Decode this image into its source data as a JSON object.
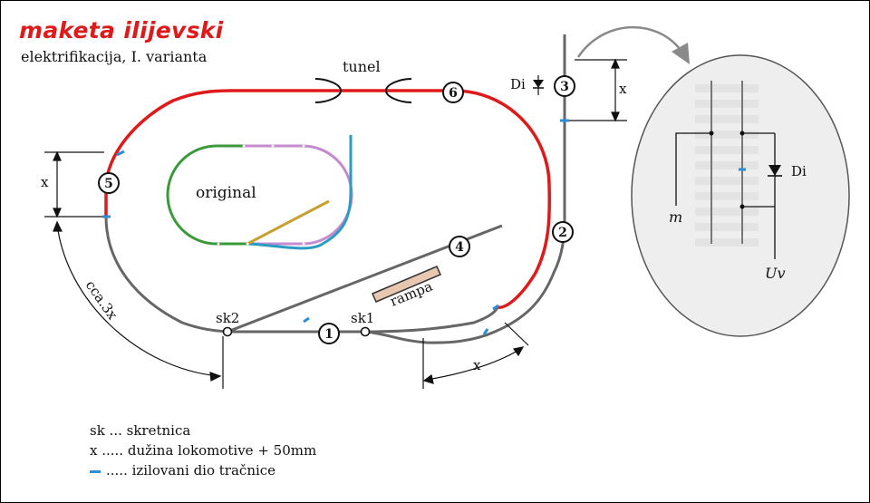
{
  "header": {
    "brand": "maketa ilijevski",
    "subtitle": "elektrifikacija, I. varianta"
  },
  "labels": {
    "tunnel": "tunel",
    "original": "original",
    "ramp": "rampa",
    "switch_1": "sk1",
    "switch_2": "sk2",
    "length_x": "x",
    "arc_length": "cca.3x",
    "diode": "Di",
    "ground": "m",
    "supply": "Uv"
  },
  "sections": [
    "1",
    "2",
    "3",
    "4",
    "5",
    "6"
  ],
  "legend": [
    {
      "key": "sk",
      "text": "sk ... skretnica"
    },
    {
      "key": "x",
      "text": "x ..... dužina lokomotive + 50mm"
    },
    {
      "key": "insulated",
      "text": "..... izilovani dio tračnice"
    }
  ],
  "colors": {
    "powered_track": "#e01a1a",
    "track": "#666666",
    "insulator": "#2a8fd6",
    "original_green": "#3a9a3a",
    "original_violet": "#c58ad0",
    "original_teal": "#2a9cc4",
    "original_ochre": "#c8a030",
    "ramp_fill": "#e8c7b0",
    "sleeper": "#e3e3e3",
    "inset_fill": "#eeeeee"
  }
}
